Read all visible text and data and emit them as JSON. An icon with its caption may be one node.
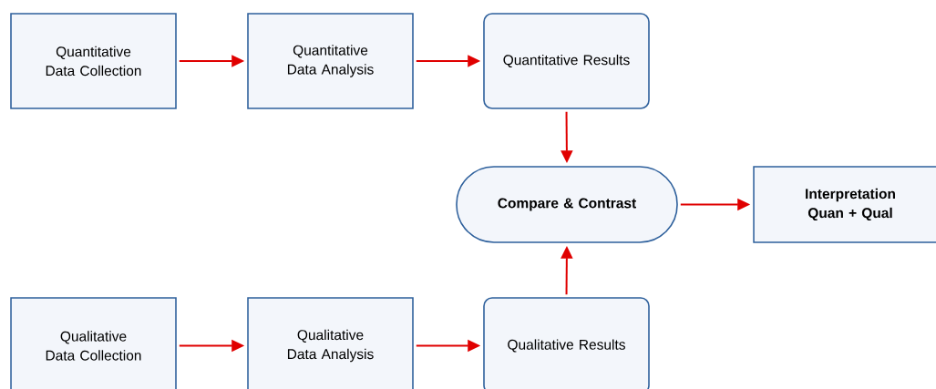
{
  "diagram": {
    "nodes": [
      {
        "text": [
          "Quantitative Data Collection"
        ]
      },
      {
        "text": [
          "Quantitative Data Analysis"
        ]
      },
      {
        "text": [
          "Quantitative Results"
        ]
      },
      {
        "text": [
          "Compare & Contrast"
        ]
      },
      {
        "text": [
          "Interpretation Quan + Qual"
        ]
      },
      {
        "text": [
          "Qualitative Data Collection"
        ]
      },
      {
        "text": [
          "Qualitative Data Analysis"
        ]
      },
      {
        "text": [
          "Qualitative Results"
        ]
      }
    ],
    "edges": [
      {
        "from": 0,
        "to": 1,
        "arrow": "to"
      },
      {
        "from": 1,
        "to": 2,
        "arrow": "to"
      },
      {
        "from": 2,
        "to": 3,
        "arrow": "to"
      },
      {
        "from": 3,
        "to": 4,
        "arrow": "to"
      },
      {
        "from": 5,
        "to": 6,
        "arrow": "to"
      },
      {
        "from": 6,
        "to": 7,
        "arrow": "to"
      },
      {
        "from": 7,
        "to": 3,
        "arrow": "to"
      }
    ]
  }
}
